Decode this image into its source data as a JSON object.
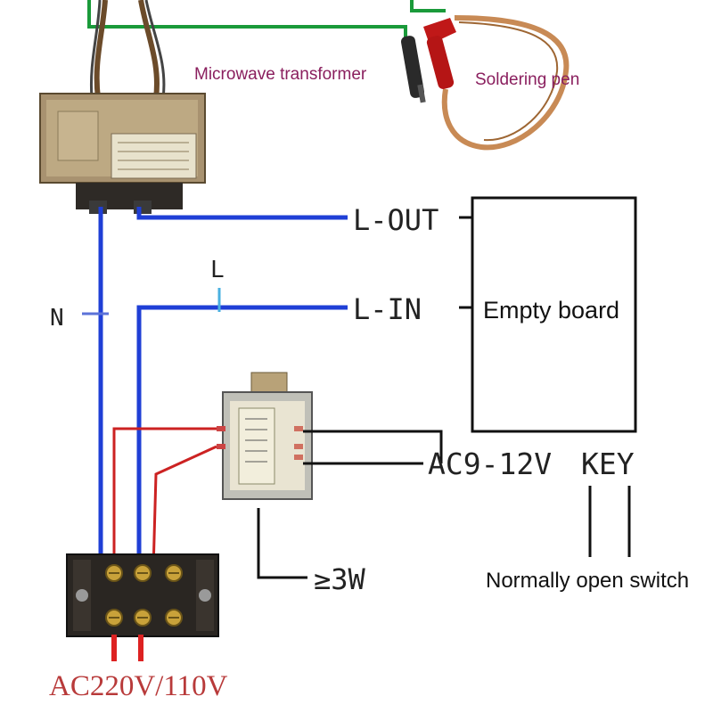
{
  "components": {
    "microwave_transformer": "Microwave transformer",
    "soldering_pen": "Soldering pen",
    "empty_board": "Empty board",
    "normally_open_switch": "Normally open switch"
  },
  "terminals": {
    "l_out": "L-OUT",
    "l_in": "L-IN",
    "l": "L",
    "n": "N",
    "ac_low": "AC9-12V",
    "key": "KEY",
    "power_rating": "≥3W",
    "mains": "AC220V/110V"
  },
  "colors": {
    "neutral_wire": "#1f3fd6",
    "live_wire": "#1f3fd6",
    "jumper_wire": "#cc2222",
    "signal_wire": "#111111",
    "pen_wire": "#1a9a3a",
    "magenta_label": "#8a1f5e",
    "mains_label": "#b83a3a"
  }
}
